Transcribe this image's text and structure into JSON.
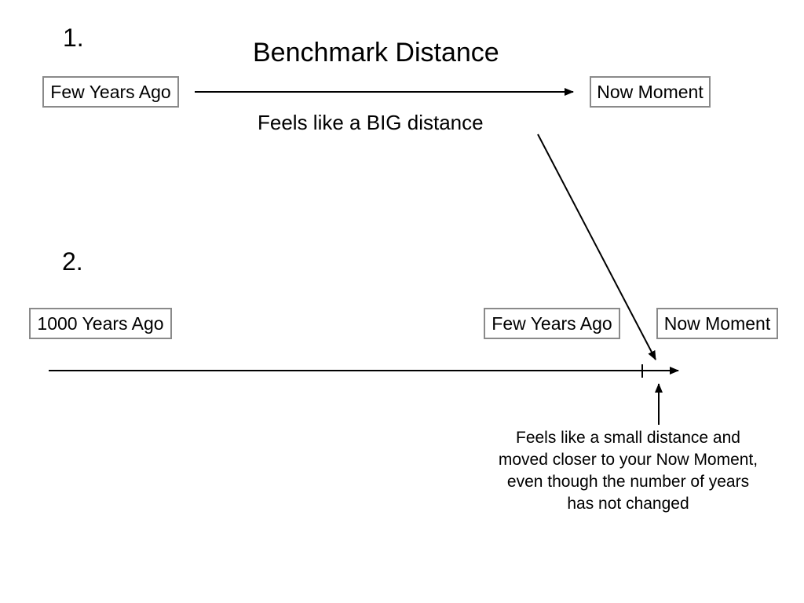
{
  "section1": {
    "number": "1.",
    "title": "Benchmark Distance",
    "start_label": "Few Years Ago",
    "end_label": "Now Moment",
    "caption": "Feels like a BIG distance"
  },
  "section2": {
    "number": "2.",
    "label_far": "1000 Years Ago",
    "label_mid": "Few Years Ago",
    "label_end": "Now Moment",
    "note_lines": [
      "Feels like a small distance and",
      "moved closer to your Now Moment,",
      "even though the number of years",
      "has not changed"
    ]
  },
  "colors": {
    "box_border": "#8a8a8a",
    "line": "#000000",
    "background": "#ffffff"
  }
}
